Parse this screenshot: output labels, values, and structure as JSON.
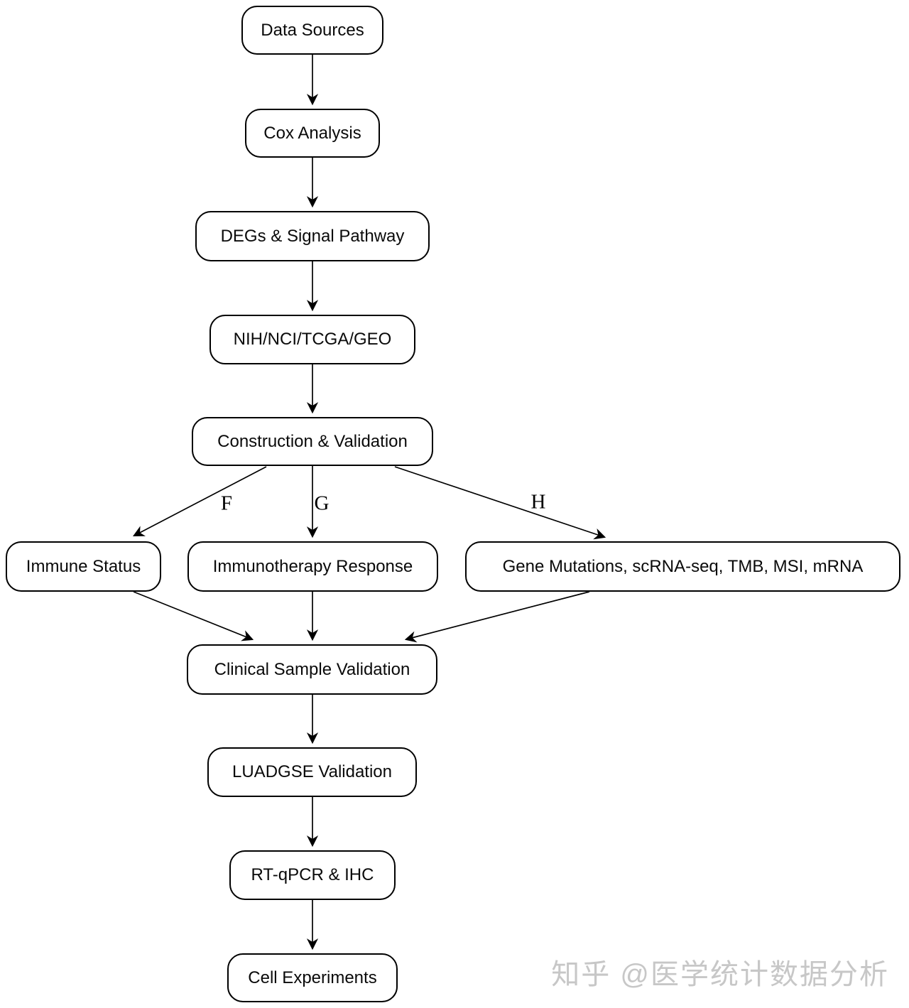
{
  "diagram": {
    "type": "flowchart",
    "nodes": {
      "data_sources": "Data Sources",
      "cox_analysis": "Cox Analysis",
      "degs_signal_pathway": "DEGs & Signal Pathway",
      "nih_nci_tcga_geo": "NIH/NCI/TCGA/GEO",
      "construction_validation": "Construction & Validation",
      "immune_status": "Immune Status",
      "immunotherapy_response": "Immunotherapy Response",
      "gene_mutations": "Gene Mutations, scRNA-seq, TMB, MSI, mRNA",
      "clinical_sample_validation": "Clinical Sample Validation",
      "luadgse_validation": "LUADGSE Validation",
      "rt_qpcr_ihc": "RT-qPCR & IHC",
      "cell_experiments": "Cell Experiments"
    },
    "edge_labels": {
      "f": "F",
      "g": "G",
      "h": "H"
    },
    "flow": [
      "Data Sources -> Cox Analysis",
      "Cox Analysis -> DEGs & Signal Pathway",
      "DEGs & Signal Pathway -> NIH/NCI/TCGA/GEO",
      "NIH/NCI/TCGA/GEO -> Construction & Validation",
      "Construction & Validation -F-> Immune Status",
      "Construction & Validation -G-> Immunotherapy Response",
      "Construction & Validation -H-> Gene Mutations, scRNA-seq, TMB, MSI, mRNA",
      "Immune Status -> Clinical Sample Validation",
      "Immunotherapy Response -> Clinical Sample Validation",
      "Gene Mutations, scRNA-seq, TMB, MSI, mRNA -> Clinical Sample Validation",
      "Clinical Sample Validation -> LUADGSE Validation",
      "LUADGSE Validation -> RT-qPCR & IHC",
      "RT-qPCR & IHC -> Cell Experiments"
    ],
    "colors": {
      "node_border": "#000000",
      "node_fill": "#ffffff",
      "edge": "#000000",
      "watermark": "#c7c7c7"
    }
  },
  "watermark": {
    "text": "知乎 @医学统计数据分析"
  }
}
